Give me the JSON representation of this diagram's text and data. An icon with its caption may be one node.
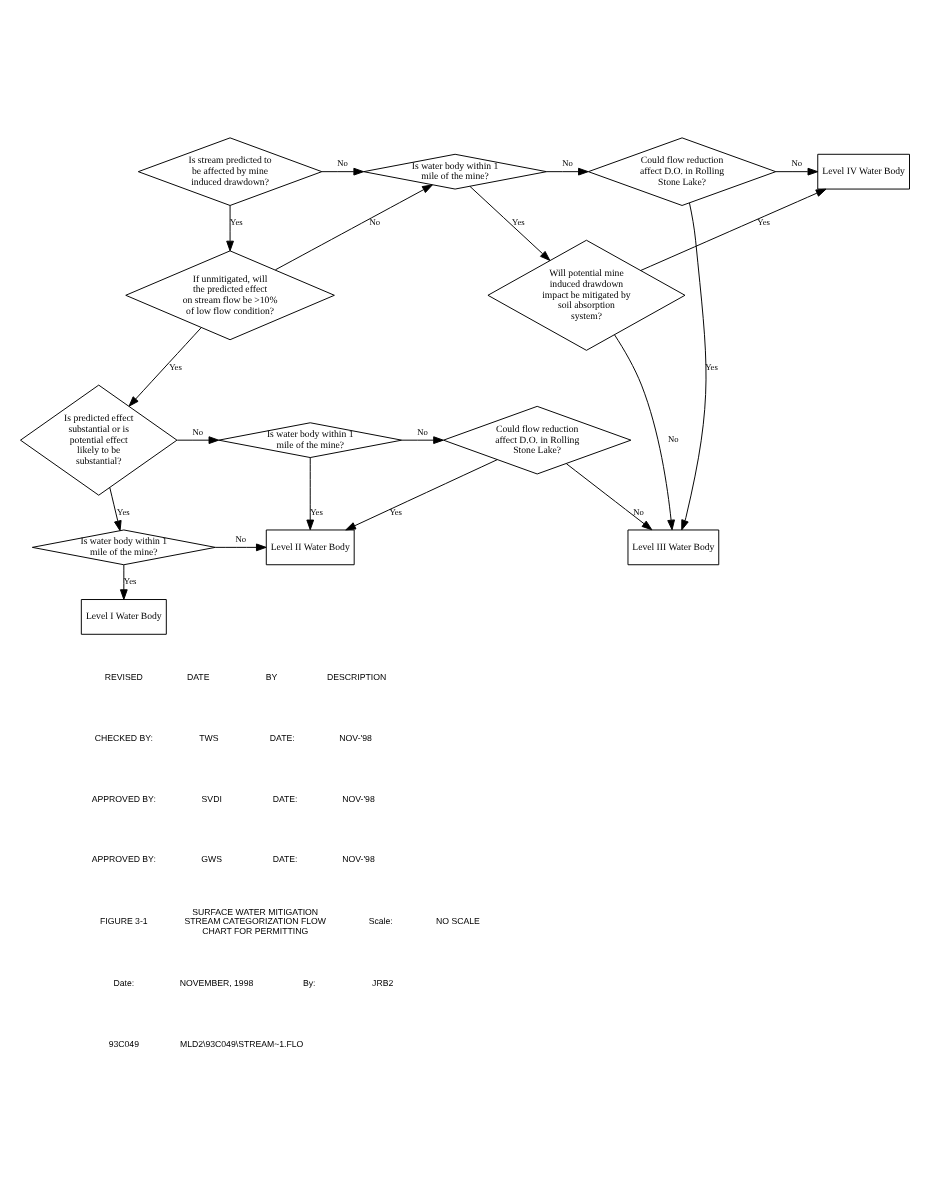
{
  "diagram": {
    "nodes": [
      {
        "text": [
          "Is stream predicted to be affected by mine induced drawdown?"
        ]
      },
      {
        "text": [
          "Is water body within 1 mile of the mine?"
        ]
      },
      {
        "text": [
          "Could flow reduction affect D.O. in Rolling Stone Lake?"
        ]
      },
      {
        "text": [
          "Level IV Water Body"
        ]
      },
      {
        "text": [
          "If unmitigated, will the predicted effect on stream flow be >10% of low flow condition?"
        ]
      },
      {
        "text": [
          "Will potential mine induced drawdown impact be mitigated by soil absorption system?"
        ]
      },
      {
        "text": [
          "Level III Water Body"
        ]
      },
      {
        "text": [
          "Is predicted effect substantial or is potential effect likely to be substantial?"
        ]
      },
      {
        "text": [
          "Is water body within 1 mile of the mine?"
        ]
      },
      {
        "text": [
          "Could flow reduction affect D.O. in Rolling Stone Lake?"
        ]
      },
      {
        "text": [
          "Is water body within 1 mile of the mine?"
        ]
      },
      {
        "text": [
          "Level II Water Body"
        ]
      },
      {
        "text": [
          "Level I Water Body"
        ]
      }
    ],
    "edges": [
      {
        "from": 0,
        "to": 1,
        "arrow": "to",
        "label": "No"
      },
      {
        "from": 0,
        "to": 4,
        "arrow": "to",
        "label": "Yes"
      },
      {
        "from": 4,
        "to": 1,
        "arrow": "to",
        "label": "No"
      },
      {
        "from": 1,
        "to": 2,
        "arrow": "to",
        "label": "No"
      },
      {
        "from": 1,
        "to": 5,
        "arrow": "to",
        "label": "Yes"
      },
      {
        "from": 2,
        "to": 3,
        "arrow": "to",
        "label": "No"
      },
      {
        "from": 2,
        "to": 6,
        "arrow": "to",
        "label": "Yes"
      },
      {
        "from": 5,
        "to": 3,
        "arrow": "to",
        "label": "Yes"
      },
      {
        "from": 5,
        "to": 6,
        "arrow": "to",
        "label": "No"
      },
      {
        "from": 4,
        "to": 7,
        "arrow": "to",
        "label": "Yes"
      },
      {
        "from": 9,
        "to": 6,
        "arrow": "to",
        "label": "No"
      },
      {
        "from": 7,
        "to": 8,
        "arrow": "to",
        "label": "No"
      },
      {
        "from": 7,
        "to": 10,
        "arrow": "to",
        "label": "Yes"
      },
      {
        "from": 8,
        "to": 9,
        "arrow": "to",
        "label": "No"
      },
      {
        "from": 8,
        "to": 11,
        "arrow": "to",
        "label": "Yes"
      },
      {
        "from": 9,
        "to": 11,
        "arrow": "to",
        "label": "Yes"
      },
      {
        "from": 10,
        "to": 11,
        "arrow": "to",
        "label": "No"
      },
      {
        "from": 10,
        "to": 12,
        "arrow": "to",
        "label": "Yes"
      }
    ],
    "labels": [
      "REVISED",
      "DATE",
      "BY",
      "DESCRIPTION",
      "CHECKED BY:",
      "TWS",
      "DATE:",
      "NOV-'98",
      "APPROVED BY:",
      "SVDI",
      "DATE:",
      "NOV-'98",
      "APPROVED BY:",
      "GWS",
      "DATE:",
      "NOV-'98",
      "FIGURE 3-1",
      "SURFACE WATER MITIGATION STREAM CATEGORIZATION FLOW CHART FOR PERMITTING",
      "Scale:",
      "NO SCALE",
      "Date:",
      "NOVEMBER, 1998",
      "By:",
      "JRB2",
      "93C049",
      "MLD2\\93C049\\STREAM~1.FLO"
    ]
  }
}
